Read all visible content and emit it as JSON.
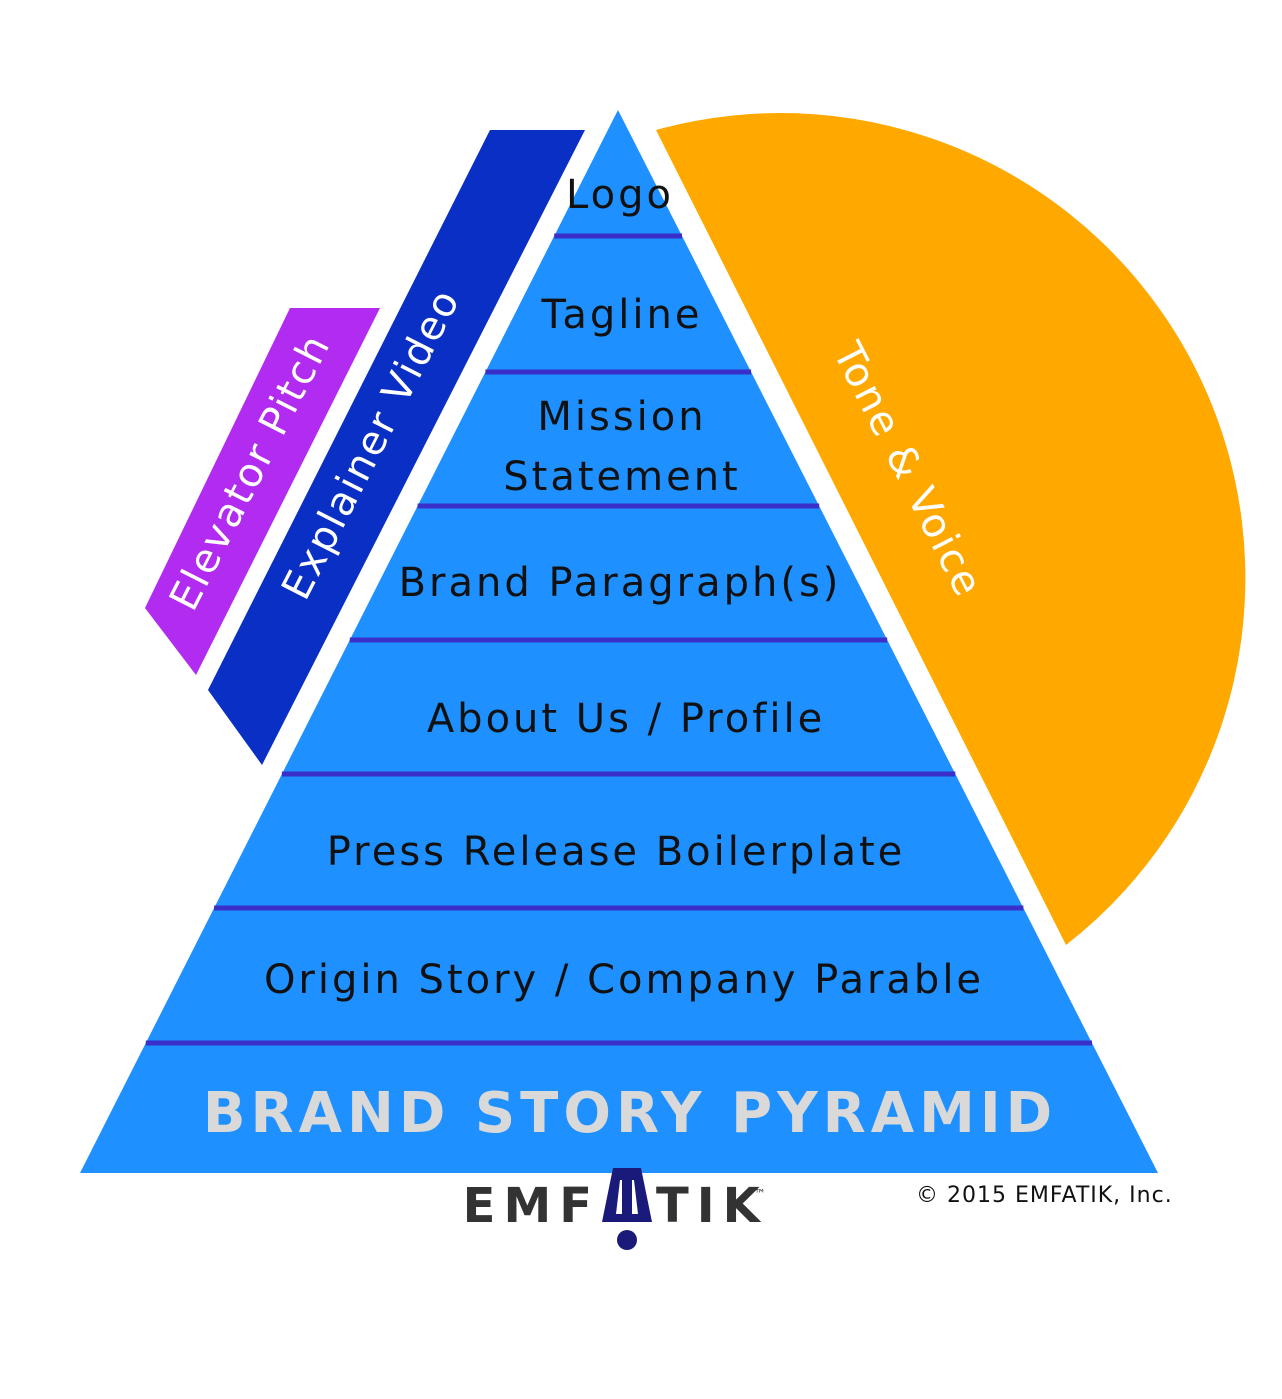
{
  "diagram": {
    "title": "BRAND STORY PYRAMID",
    "tiers": [
      {
        "lines": [
          "Logo"
        ]
      },
      {
        "lines": [
          "Tagline"
        ]
      },
      {
        "lines": [
          "Mission",
          "Statement"
        ]
      },
      {
        "lines": [
          "Brand Paragraph(s)"
        ]
      },
      {
        "lines": [
          "About Us / Profile"
        ]
      },
      {
        "lines": [
          "Press Release Boilerplate"
        ]
      },
      {
        "lines": [
          "Origin Story / Company Parable"
        ]
      }
    ],
    "side_bands": {
      "elevator_pitch": "Elevator Pitch",
      "explainer_video": "Explainer Video",
      "tone_voice": "Tone & Voice"
    },
    "logo": {
      "left": "EMF",
      "right": "TIK",
      "tm": "™"
    },
    "copyright": "© 2015 EMFATIK, Inc."
  },
  "colors": {
    "pyramid": "#1e90ff",
    "separator": "#3a2fc9",
    "title": "#d9d9d9",
    "elevator_pitch": "#b12bf0",
    "explainer_video": "#0a2fc4",
    "tone_voice": "#ffa800",
    "logo_text": "#333333",
    "logo_mark": "#1a1a7a"
  }
}
